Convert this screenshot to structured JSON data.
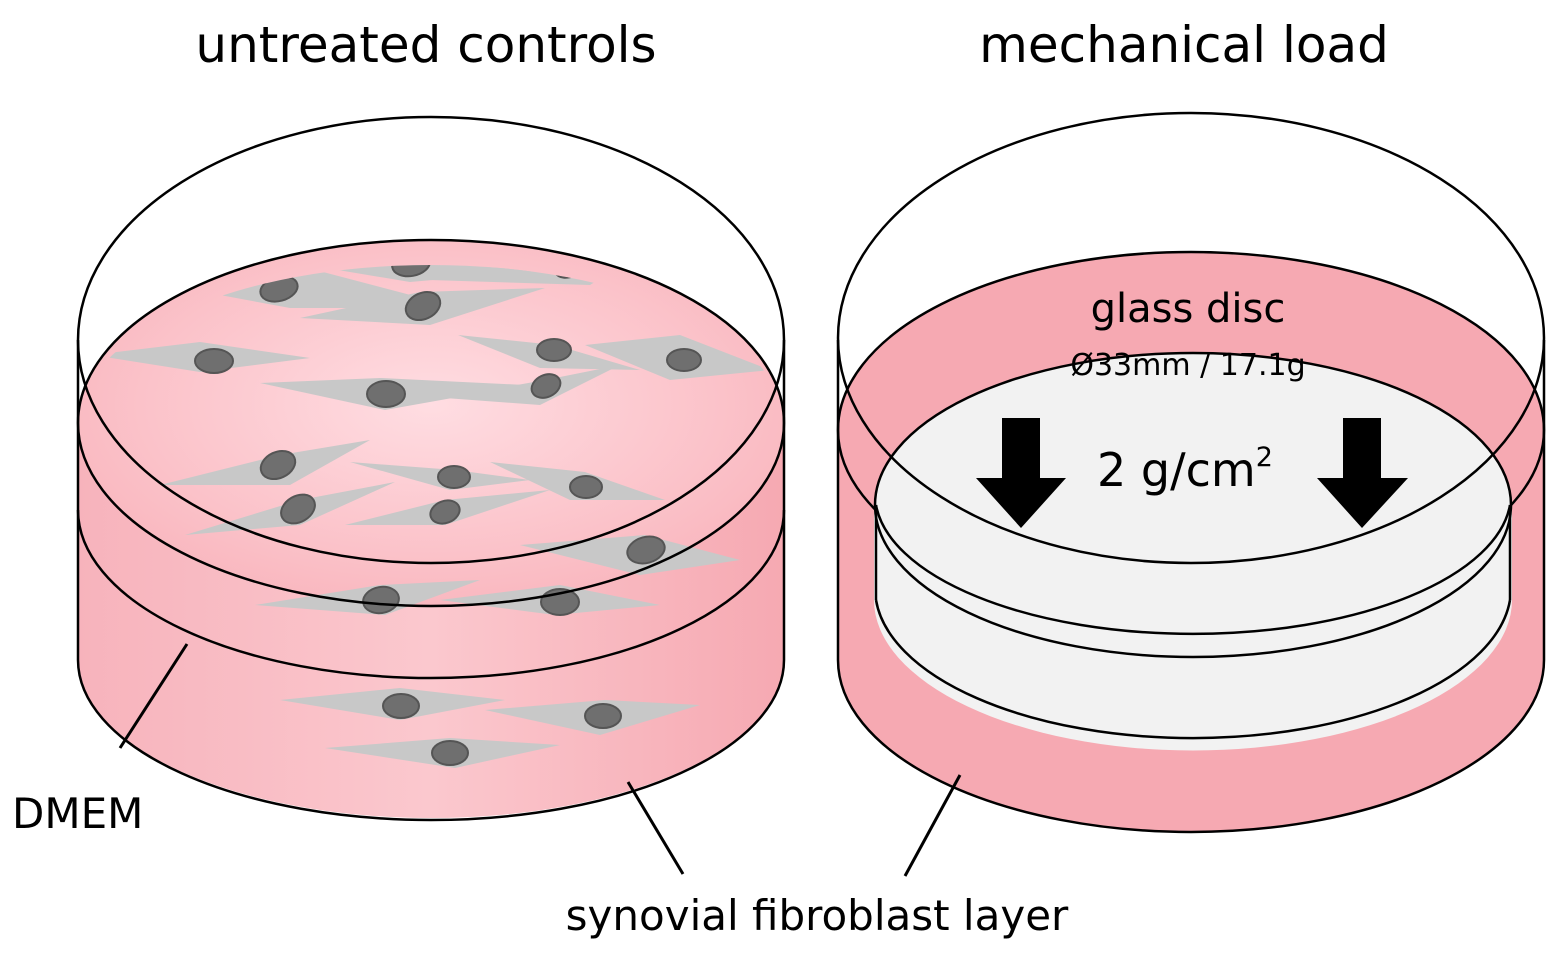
{
  "labels": {
    "left_title": "untreated controls",
    "right_title": "mechanical load",
    "medium": "DMEM",
    "cell_layer": "synovial fibroblast layer",
    "disc_name": "glass disc",
    "disc_spec": "Ø33mm / 17.1g",
    "pressure_value": "2 g/cm",
    "pressure_exponent": "2"
  },
  "colors": {
    "medium": "#f6a9b2",
    "medium_light": "#ffdde2",
    "cell_body": "#c8c8c8",
    "nucleus": "#6f6f6f",
    "glass": "#f2f2f2",
    "outline": "#000000"
  },
  "icons": [
    "down-arrow-icon",
    "down-arrow-icon"
  ]
}
